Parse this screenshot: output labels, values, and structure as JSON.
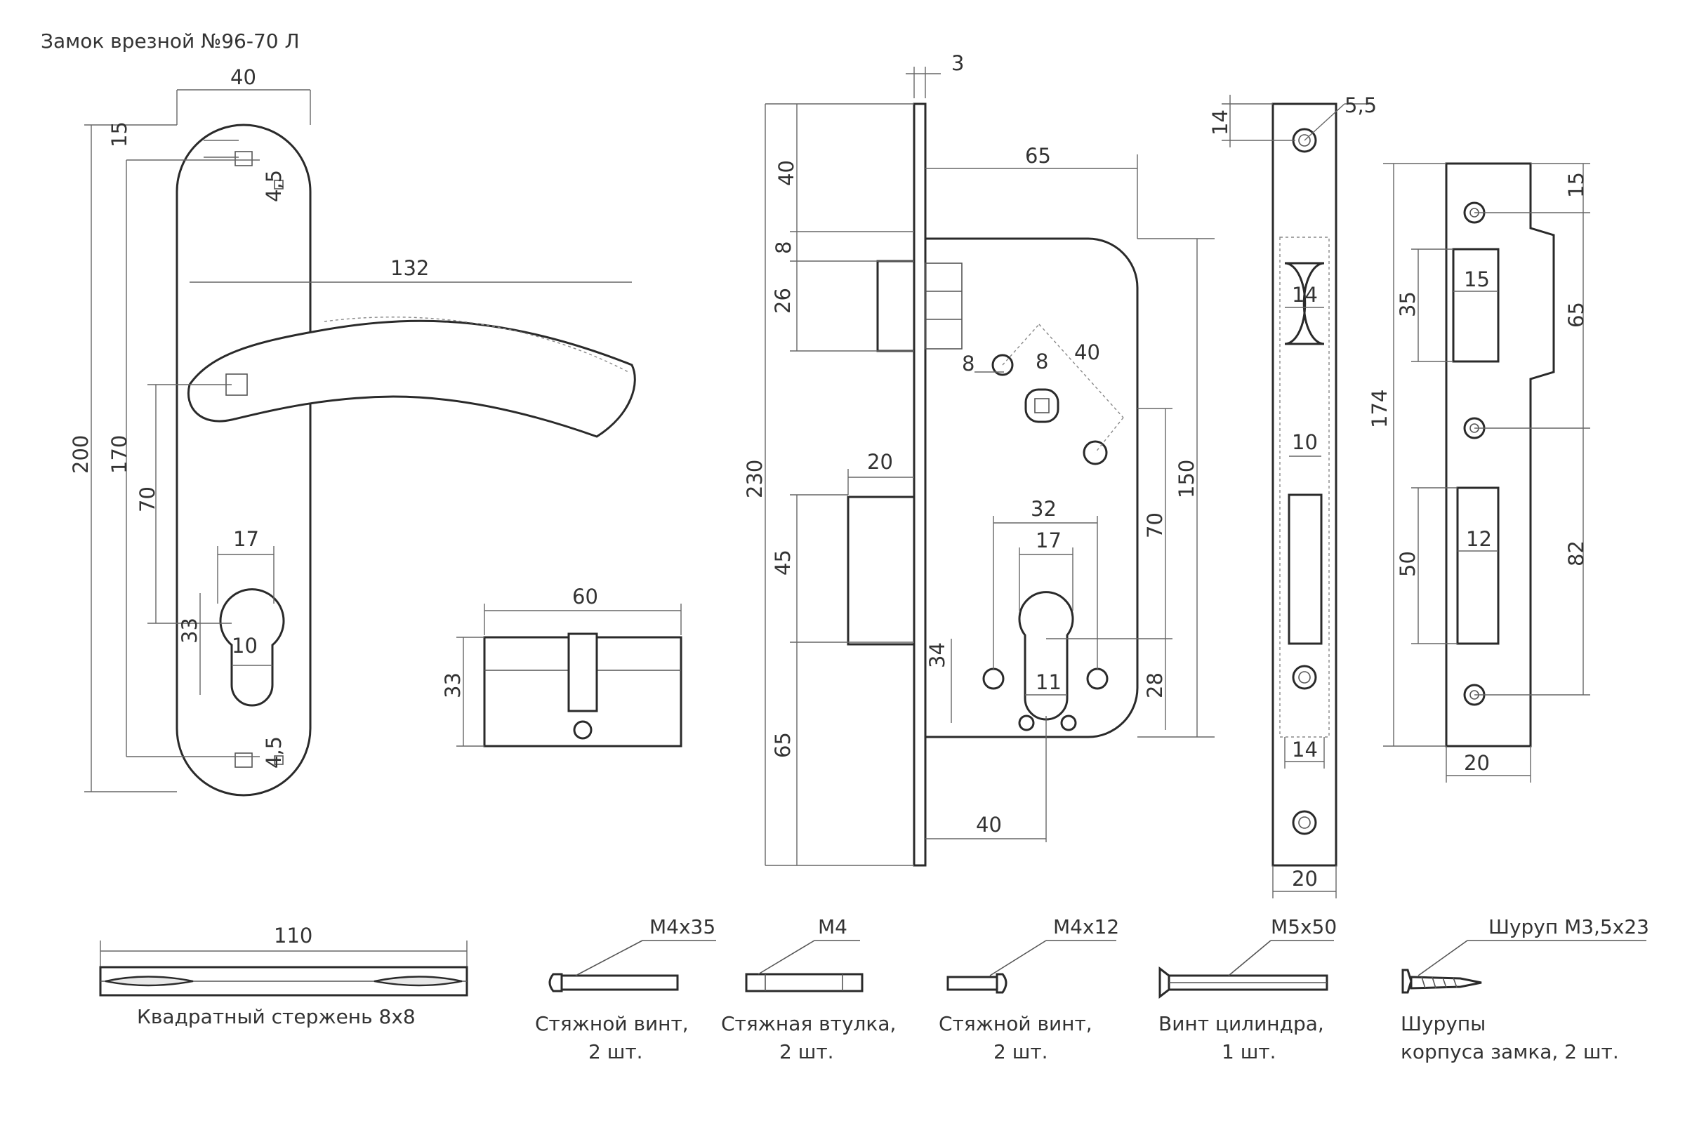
{
  "title": "Замок врезной №96-70 Л",
  "handle": {
    "dims": {
      "w40": "40",
      "d15": "15",
      "d45a": "4,5",
      "l132": "132",
      "h200": "200",
      "h170": "170",
      "h70": "70",
      "w17": "17",
      "h33": "33",
      "w10": "10",
      "d45b": "4,5"
    }
  },
  "cylinder": {
    "dims": {
      "w60": "60",
      "h33": "33"
    }
  },
  "lock_body": {
    "dims": {
      "t3": "3",
      "d40a": "40",
      "w65": "65",
      "d8a": "8",
      "d26": "26",
      "d8b": "8",
      "d8c": "8",
      "d40b": "40",
      "h230": "230",
      "w20": "20",
      "h150": "150",
      "h70": "70",
      "w32": "32",
      "w17": "17",
      "d45": "45",
      "d34": "34",
      "d11": "11",
      "d28": "28",
      "d65": "65",
      "d40c": "40"
    }
  },
  "faceplate": {
    "dims": {
      "d14a": "14",
      "d55": "5,5",
      "w14a": "14",
      "w10": "10",
      "w14b": "14",
      "w20": "20"
    }
  },
  "strike_plate": {
    "dims": {
      "d15a": "15",
      "d35": "35",
      "w15": "15",
      "d65": "65",
      "h174": "174",
      "d50": "50",
      "w12": "12",
      "d82": "82",
      "w20": "20"
    }
  },
  "parts": [
    {
      "spec": "110",
      "caption": "Квадратный стержень 8х8",
      "caption2": ""
    },
    {
      "spec": "М4х35",
      "caption": "Стяжной винт,",
      "caption2": "2 шт."
    },
    {
      "spec": "М4",
      "caption": "Стяжная втулка,",
      "caption2": "2 шт."
    },
    {
      "spec": "М4х12",
      "caption": "Стяжной винт,",
      "caption2": "2 шт."
    },
    {
      "spec": "М5х50",
      "caption": "Винт цилиндра,",
      "caption2": "1 шт."
    },
    {
      "spec": "Шуруп М3,5х23",
      "caption": "Шурупы",
      "caption2": "корпуса замка, 2 шт."
    }
  ]
}
